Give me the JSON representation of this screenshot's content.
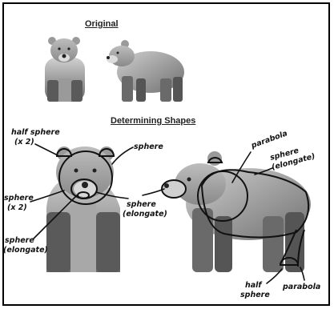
{
  "headings": {
    "original": "Original",
    "determining": "Determining Shapes"
  },
  "annotations": {
    "half_sphere_x2_line1": "half sphere",
    "half_sphere_x2_line2": "(x 2)",
    "sphere_top": "sphere",
    "sphere_x2_line1": "sphere",
    "sphere_x2_line2": "(x 2)",
    "sphere_elongate_mid_line1": "sphere",
    "sphere_elongate_mid_line2": "(elongate)",
    "sphere_elongate_left_line1": "sphere",
    "sphere_elongate_left_line2": "(elongate)",
    "parabola_top": "parabola",
    "sphere_elongate_right_line1": "sphere",
    "sphere_elongate_right_line2": "(elongate)",
    "half_sphere_bottom_line1": "half",
    "half_sphere_bottom_line2": "sphere",
    "parabola_bottom": "parabola"
  },
  "colors": {
    "bear_dark": "#5a5a5a",
    "bear_mid": "#8c8c8c",
    "bear_light": "#c8c8c8",
    "ink": "#111111"
  }
}
